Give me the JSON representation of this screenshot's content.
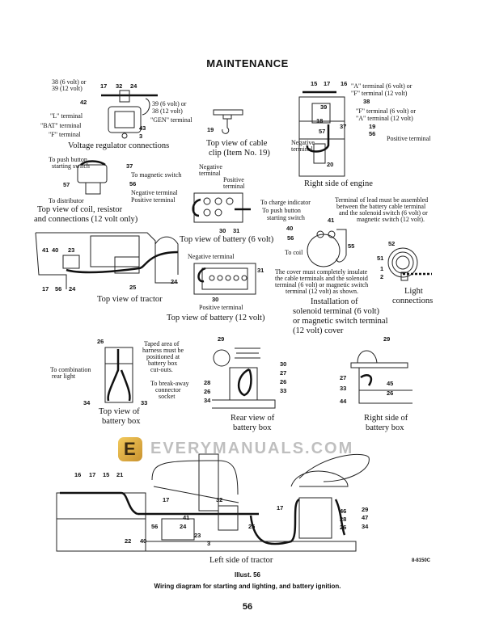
{
  "page_title": "MAINTENANCE",
  "voltage_regulator": {
    "caption": "Voltage regulator connections",
    "labels": [
      "38 (6 volt) or",
      "39 (12 volt)",
      "\"L\" terminal",
      "\"BAT\" terminal",
      "\"F\" terminal",
      "39 (6 volt) or",
      "38 (12 volt)",
      "\"GEN\" terminal"
    ],
    "callouts": [
      "17",
      "32",
      "24",
      "42",
      "43",
      "3"
    ]
  },
  "cable_clip": {
    "caption_1": "Top view of cable",
    "caption_2": "clip (Item No. 19)",
    "callouts": [
      "19"
    ]
  },
  "right_side_engine": {
    "caption": "Right side of engine",
    "labels": [
      "\"A\" terminal (6 volt) or",
      "\"F\" terminal (12 volt)",
      "\"F\" terminal (6 volt) or",
      "\"A\" terminal (12 volt)",
      "Positive terminal",
      "Negative",
      "terminal"
    ],
    "callouts": [
      "15",
      "17",
      "16",
      "39",
      "38",
      "18",
      "37",
      "19",
      "57",
      "56",
      "20"
    ]
  },
  "coil": {
    "caption_1": "Top view of coil, resistor",
    "caption_2": "and connections (12 volt only)",
    "labels": [
      "To push button",
      "starting switch",
      "To magnetic switch",
      "Negative terminal",
      "Positive terminal",
      "To distributor"
    ],
    "callouts": [
      "37",
      "57",
      "56"
    ]
  },
  "battery_6v": {
    "caption": "Top view of battery (6 volt)",
    "labels": [
      "Negative",
      "terminal",
      "Positive",
      "terminal"
    ],
    "callouts": [
      "30",
      "31"
    ]
  },
  "top_tractor": {
    "caption": "Top view of tractor",
    "callouts": [
      "41",
      "40",
      "23",
      "17",
      "56",
      "24",
      "25",
      "24"
    ]
  },
  "battery_12v": {
    "caption": "Top view of battery (12 volt)",
    "labels": [
      "Negative terminal",
      "Positive terminal"
    ],
    "callouts": [
      "31",
      "30"
    ]
  },
  "solenoid": {
    "labels": [
      "To charge indicator",
      "To push button",
      "starting switch",
      "To coil",
      "Terminal of lead must be assembled",
      "between the battery cable terminal",
      "and the solenoid switch (6 volt) or",
      "magnetic switch (12 volt).",
      "The cover must completely insulate",
      "the cable terminals and the solenoid",
      "terminal (6 volt) or magnetic switch",
      "terminal (12 volt) as shown."
    ],
    "caption_1": "Installation of",
    "caption_2": "solenoid terminal (6 volt)",
    "caption_3": "or magnetic switch terminal",
    "caption_4": "(12 volt) cover",
    "callouts": [
      "41",
      "40",
      "56",
      "55"
    ]
  },
  "light_connections": {
    "caption_1": "Light",
    "caption_2": "connections",
    "callouts": [
      "52",
      "51",
      "1",
      "2"
    ]
  },
  "battery_box_top": {
    "caption_1": "Top view of",
    "caption_2": "battery box",
    "labels": [
      "Taped area of",
      "harness must be",
      "positioned at",
      "battery box",
      "cut-outs.",
      "To combination",
      "rear light",
      "To break-away",
      "connector",
      "socket"
    ],
    "callouts": [
      "26",
      "34",
      "33"
    ]
  },
  "battery_box_rear": {
    "caption_1": "Rear view of",
    "caption_2": "battery box",
    "callouts": [
      "29",
      "30",
      "27",
      "28",
      "26",
      "26",
      "33",
      "34"
    ]
  },
  "battery_box_right": {
    "caption_1": "Right side of",
    "caption_2": "battery box",
    "callouts": [
      "29",
      "27",
      "45",
      "33",
      "26",
      "44"
    ]
  },
  "left_side_tractor": {
    "caption": "Left side of tractor",
    "callouts": [
      "16",
      "17",
      "15",
      "21",
      "17",
      "32",
      "17",
      "41",
      "56",
      "24",
      "22",
      "40",
      "23",
      "3",
      "25",
      "46",
      "28",
      "26",
      "29",
      "47",
      "34"
    ],
    "drawing_number": "8-8150C"
  },
  "figure_label": "Illust. 56",
  "figure_caption": "Wiring diagram for starting and lighting, and battery ignition.",
  "page_number": "56",
  "watermark": "EVERYMANUALS.COM",
  "logo_letter": "E"
}
